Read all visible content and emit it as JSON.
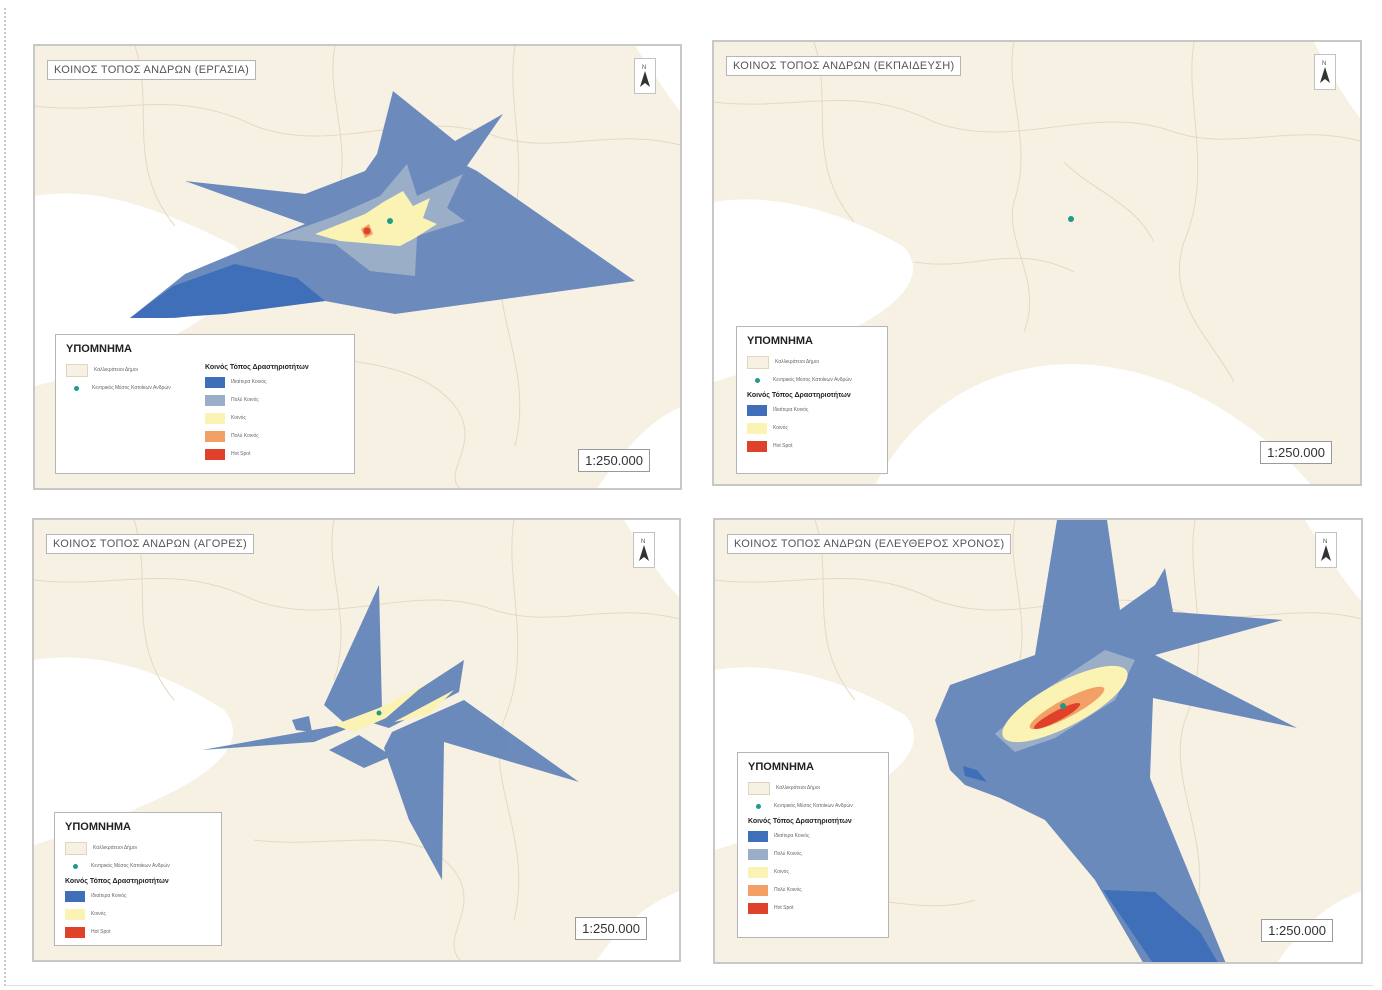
{
  "colors": {
    "land": "#f7f1e4",
    "sea": "#ffffff",
    "border_lines": "#e4d9c1",
    "strongly_common": "#3f6fb8",
    "very_common": "#5f82b9",
    "common_light": "#9aaec8",
    "common": "#fbf3b4",
    "quite_common": "#f2a066",
    "core": "#e0412b",
    "point": "#1f9a8b"
  },
  "maps": [
    {
      "title": "ΚΟΙΝΟΣ ΤΟΠΟΣ ΑΝΔΡΩΝ (ΕΡΓΑΣΙΑ)",
      "scale": "1:250.000",
      "legend": {
        "title": "ΥΠΟΜΝΗΜΑ",
        "base_items": [
          "Καλλικράτειοι Δήμοι",
          "Κεντρικός Μέσος Κατοίκων Ανδρών"
        ],
        "section_title": "Κοινός Τόπος Δραστηριοτήτων",
        "items": [
          "Ιδιαίτερα Κοινός",
          "Πολύ Κοινός",
          "Κοινός",
          "Πολύ Κοινός",
          "Hot Spot"
        ]
      }
    },
    {
      "title": "ΚΟΙΝΟΣ ΤΟΠΟΣ ΑΝΔΡΩΝ (ΕΚΠΑΙΔΕΥΣΗ)",
      "scale": "1:250.000",
      "legend": {
        "title": "ΥΠΟΜΝΗΜΑ",
        "base_items": [
          "Καλλικράτειοι Δήμοι",
          "Κεντρικός Μέσος Κατοίκων Ανδρών"
        ],
        "section_title": "Κοινός Τόπος Δραστηριοτήτων",
        "items": [
          "Ιδιαίτερα Κοινός",
          "Κοινός",
          "Hot Spot"
        ]
      }
    },
    {
      "title": "ΚΟΙΝΟΣ ΤΟΠΟΣ ΑΝΔΡΩΝ (ΑΓΟΡΕΣ)",
      "scale": "1:250.000",
      "legend": {
        "title": "ΥΠΟΜΝΗΜΑ",
        "base_items": [
          "Καλλικράτειοι Δήμοι",
          "Κεντρικός Μέσος Κατοίκων Ανδρών"
        ],
        "section_title": "Κοινός Τόπος Δραστηριοτήτων",
        "items": [
          "Ιδιαίτερα Κοινός",
          "Κοινός",
          "Hot Spot"
        ]
      }
    },
    {
      "title": "ΚΟΙΝΟΣ ΤΟΠΟΣ ΑΝΔΡΩΝ (ΕΛΕΥΘΕΡΟΣ ΧΡΟΝΟΣ)",
      "scale": "1:250.000",
      "legend": {
        "title": "ΥΠΟΜΝΗΜΑ",
        "base_items": [
          "Καλλικράτειοι Δήμοι",
          "Κεντρικός Μέσος Κατοίκων Ανδρών"
        ],
        "section_title": "Κοινός Τόπος Δραστηριοτήτων",
        "items": [
          "Ιδιαίτερα Κοινός",
          "Πολύ Κοινός",
          "Κοινός",
          "Πολύ Κοινός",
          "Hot Spot"
        ]
      }
    }
  ]
}
